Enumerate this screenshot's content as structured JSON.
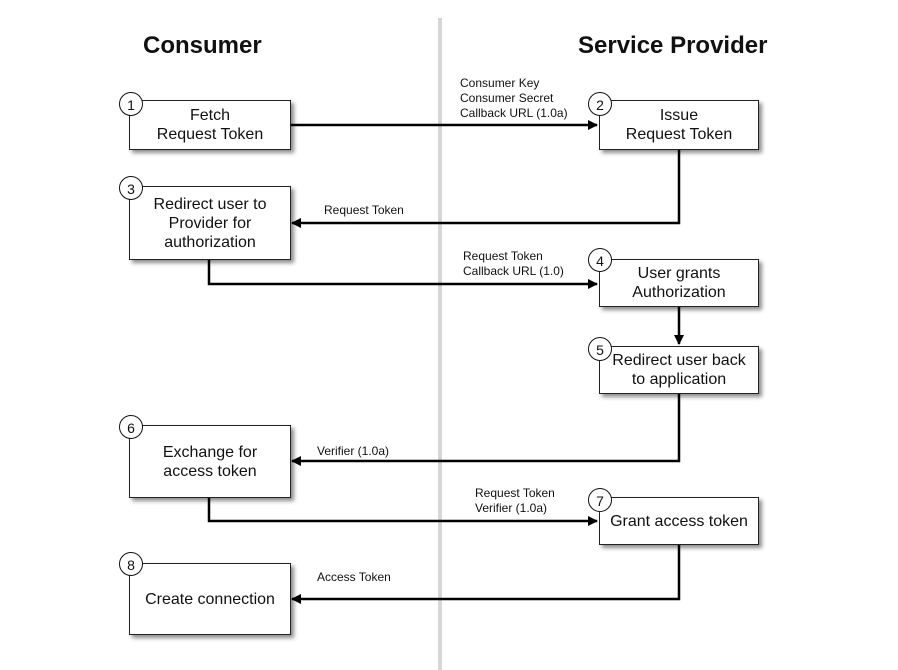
{
  "columns": {
    "consumer": "Consumer",
    "provider": "Service Provider"
  },
  "steps": [
    {
      "number": "1",
      "text": "Fetch\nRequest Token"
    },
    {
      "number": "2",
      "text": "Issue\nRequest Token"
    },
    {
      "number": "3",
      "text": "Redirect user to\nProvider for\nauthorization"
    },
    {
      "number": "4",
      "text": "User grants\nAuthorization"
    },
    {
      "number": "5",
      "text": "Redirect user back\nto application"
    },
    {
      "number": "6",
      "text": "Exchange for\naccess token"
    },
    {
      "number": "7",
      "text": "Grant access token"
    },
    {
      "number": "8",
      "text": "Create connection"
    }
  ],
  "edge_labels": {
    "e1_2": "Consumer Key\nConsumer Secret\nCallback URL (1.0a)",
    "e2_3": "Request Token",
    "e3_4": "Request Token\nCallback URL (1.0)",
    "e5_6": "Verifier (1.0a)",
    "e6_7": "Request Token\nVerifier (1.0a)",
    "e7_8": "Access Token"
  }
}
